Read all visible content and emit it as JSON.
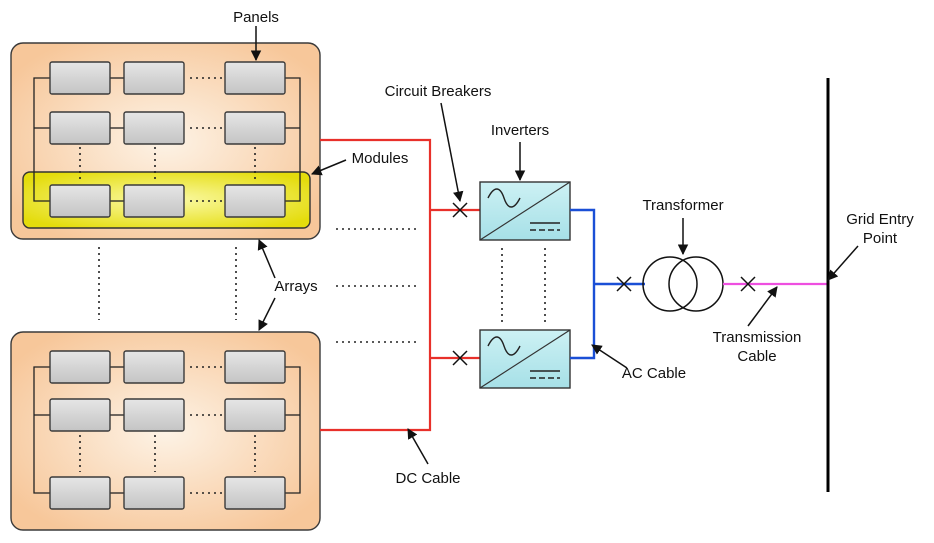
{
  "title": "",
  "labels": {
    "panels": "Panels",
    "modules": "Modules",
    "arrays": "Arrays",
    "circuit_breakers": "Circuit Breakers",
    "inverters": "Inverters",
    "transformer": "Transformer",
    "grid_entry_line1": "Grid Entry",
    "grid_entry_line2": "Point",
    "transmission_line1": "Transmission",
    "transmission_line2": "Cable",
    "ac_cable": "AC Cable",
    "dc_cable": "DC Cable"
  },
  "colors": {
    "array_fill": "#f7c79a",
    "array_glow": "#fdf3e6",
    "module_highlight": "#e4dc0c",
    "panel_fill": "#d4d4d4",
    "inverter_fill": "#b9e9ee",
    "dc_cable": "#e8302a",
    "ac_cable": "#1a4fd6",
    "transmission_cable": "#ee4fe0",
    "grid_bus": "#000000"
  },
  "icons": {
    "inverter_symbol": "sine-to-dc-icon",
    "breaker_symbol": "x-cross-icon",
    "transformer_symbol": "two-circle-transformer-icon"
  }
}
